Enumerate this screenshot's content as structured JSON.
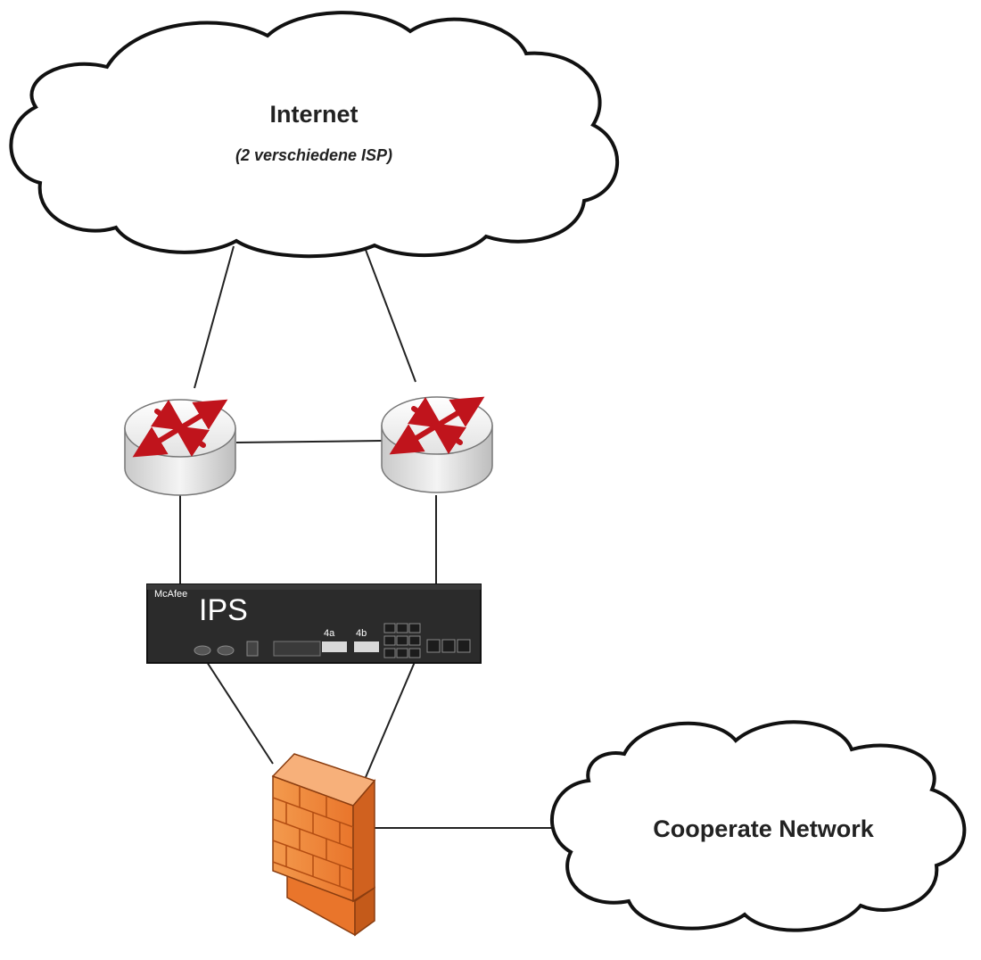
{
  "internet_cloud": {
    "title": "Internet",
    "subtitle": "(2 verschiedene ISP)"
  },
  "corporate_cloud": {
    "title": "Cooperate Network"
  },
  "ips_device": {
    "label": "IPS",
    "port_a_label": "4a",
    "port_b_label": "4b"
  },
  "colors": {
    "cloud_stroke": "#111111",
    "link_line": "#222222",
    "router_arrow": "#c0141c",
    "ips_body": "#2b2b2b",
    "firewall_brick": "#f08a3c"
  },
  "icons": [
    "cloud-icon",
    "router-icon",
    "ips-appliance-icon",
    "firewall-icon"
  ]
}
